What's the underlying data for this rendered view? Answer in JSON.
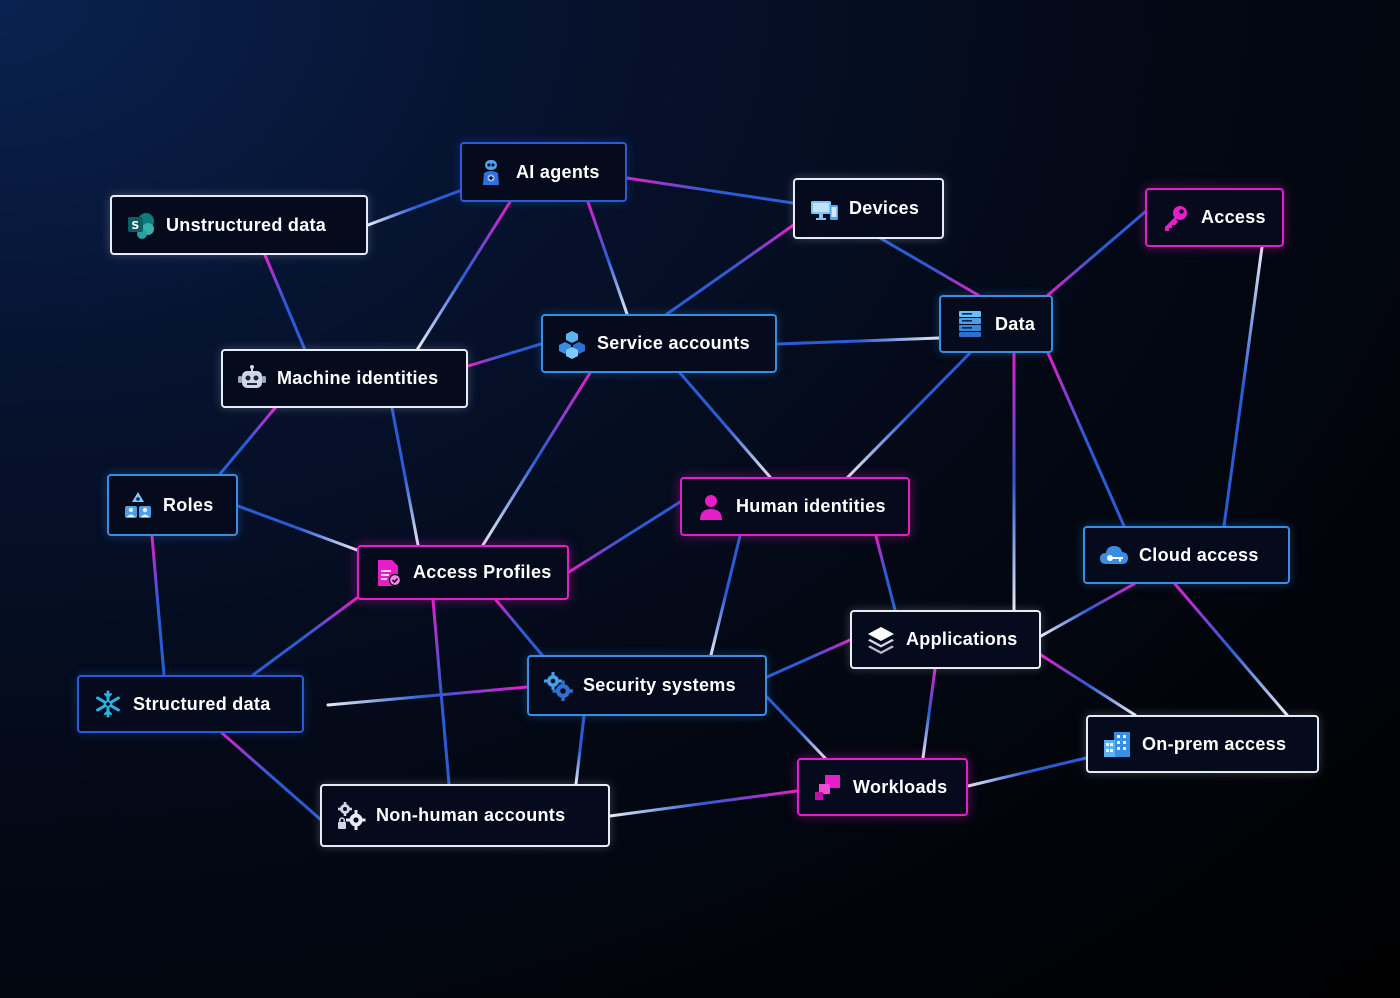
{
  "nodes": {
    "unstructured": {
      "label": "Unstructured data"
    },
    "ai_agents": {
      "label": "AI agents"
    },
    "devices": {
      "label": "Devices"
    },
    "access": {
      "label": "Access"
    },
    "service_accounts": {
      "label": "Service accounts"
    },
    "data": {
      "label": "Data"
    },
    "machine": {
      "label": "Machine identities"
    },
    "roles": {
      "label": "Roles"
    },
    "human": {
      "label": "Human identities"
    },
    "access_profiles": {
      "label": "Access Profiles"
    },
    "cloud_access": {
      "label": "Cloud access"
    },
    "applications": {
      "label": "Applications"
    },
    "structured": {
      "label": "Structured data"
    },
    "security": {
      "label": "Security systems"
    },
    "onprem": {
      "label": "On-prem access"
    },
    "workloads": {
      "label": "Workloads"
    },
    "nonhuman": {
      "label": "Non-human accounts"
    }
  },
  "colors": {
    "blue": "#2a5cd6",
    "light_blue": "#3a8de0",
    "pink": "#e61ec8",
    "white": "#e6ebf5",
    "background": "#030814"
  }
}
